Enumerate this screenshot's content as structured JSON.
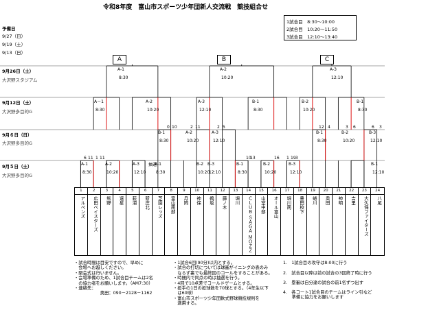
{
  "title": "令和8年度　富山市スポーツ少年団新人交流戦　競技組合せ",
  "schedule": [
    {
      "label": "1試合目",
      "time": "8:30～10:00"
    },
    {
      "label": "2試合目",
      "time": "10:20～11:50"
    },
    {
      "label": "3試合目",
      "time": "12:10～13:40"
    }
  ],
  "reserve": {
    "label": "予備日",
    "dates": [
      "9/27（日）",
      "9/19（土）",
      "9/13（日）"
    ]
  },
  "days": [
    {
      "date": "9月26日（土）",
      "venue": "大沢野スタジアム"
    },
    {
      "date": "9月12日（土）",
      "venue": "大沢野多目的G"
    },
    {
      "date": "9月６日（日）",
      "venue": "大沢野多目的G"
    },
    {
      "date": "9月５日（土）",
      "venue": "大沢野多目的G"
    }
  ],
  "sections": [
    "A",
    "B",
    "C"
  ],
  "matches": [
    {
      "code": "A-1",
      "time": "8:30"
    },
    {
      "code": "A-2",
      "time": "10:20"
    },
    {
      "code": "A-3",
      "time": "12:10"
    },
    {
      "code": "A－1",
      "time": "8:30"
    },
    {
      "code": "A-2",
      "time": "10:20"
    },
    {
      "code": "B-1",
      "time": "8:30"
    },
    {
      "code": "B-2",
      "time": "10:20"
    },
    {
      "code": "A-1",
      "time": "8:30"
    },
    {
      "code": "A-2",
      "time": "10:20"
    },
    {
      "code": "A-3",
      "time": "12:10"
    },
    {
      "code": "B-1",
      "time": "8:30"
    },
    {
      "code": "A-2",
      "time": "10:20"
    },
    {
      "code": "A-3",
      "time": "12:10"
    },
    {
      "code": "A-3",
      "time": "12:10"
    },
    {
      "code": "B-1",
      "time": "8:30"
    },
    {
      "code": "B-2",
      "time": "10:20"
    },
    {
      "code": "B-3",
      "time": "12:10"
    },
    {
      "code": "A-1",
      "time": "8:30"
    },
    {
      "code": "B-1",
      "time": "8:30"
    },
    {
      "code": "B-2",
      "time": "10:20"
    },
    {
      "code": "B-3",
      "time": "12:10"
    },
    {
      "code": "B-1",
      "time": "8:30"
    },
    {
      "code": "B-2",
      "time": "10:20"
    },
    {
      "code": "B-3",
      "time": "12:10"
    },
    {
      "code": "B-1",
      "time": "12:10"
    }
  ],
  "scores": [
    "6",
    "11",
    "1",
    "11",
    "0",
    "10",
    "2",
    "11",
    "2",
    "5",
    "10",
    "13",
    "1",
    "16",
    "19",
    "3",
    "12",
    "4",
    "3",
    "6",
    "6",
    "3",
    "抽選"
  ],
  "teams": [
    {
      "num": "1",
      "name": "アルペンズ"
    },
    {
      "num": "2",
      "name": "広田ベイスターズ"
    },
    {
      "num": "3",
      "name": "熊野"
    },
    {
      "num": "4",
      "name": "速星"
    },
    {
      "num": "5",
      "name": "萩浦"
    },
    {
      "num": "6",
      "name": "新庄北"
    },
    {
      "num": "7",
      "name": "芝園レッズ"
    },
    {
      "num": "8",
      "name": "富山南部"
    },
    {
      "num": "9",
      "name": "月岡"
    },
    {
      "num": "10",
      "name": "神保"
    },
    {
      "num": "11",
      "name": "鵜坂"
    },
    {
      "num": "12",
      "name": "藤ノ木"
    },
    {
      "num": "13",
      "name": "堀川"
    },
    {
      "num": "14",
      "name": "ＣＬＵＢ ＳＡＧＡ ＭＯＺＺ"
    },
    {
      "num": "15",
      "name": "山室中部"
    },
    {
      "num": "16",
      "name": "オール富山"
    },
    {
      "num": "17",
      "name": "堀川南"
    },
    {
      "num": "18",
      "name": "豊田校下"
    },
    {
      "num": "19",
      "name": "蜷川"
    },
    {
      "num": "20",
      "name": "奥田"
    },
    {
      "num": "21",
      "name": "神明"
    },
    {
      "num": "22",
      "name": "吉里"
    },
    {
      "num": "23",
      "name": "大久保ファイターズ"
    },
    {
      "num": "24",
      "name": "八尾"
    }
  ],
  "notes_left": "・試合時間は目安ですので、早めに\n　会場へお越しください。\n・閉会式は行いません。\n・会場準備のため、1試合目チームは2名\n　の協力者をお願いします。（AM7:30）\n・連絡先：　　　　　　　　　　　　　\n　　　　　　奥田：090－2128－1162",
  "notes_mid": "・1試合6回(90分)以内とする。\n・試合の打切については球審がイニングの表のみ\n　ならず裏でも最終回のコールをすることがある。\n・時間内で同点の時は抽選を行う。\n・4回で10点差でコールドゲームとする。\n・投手の1日の投球数を70球とする。（4年生以下\n　は60球）\n・富山市スポーツ少年団軟式野球競技規則を\n　適用する。",
  "notes_right": [
    "1.　1試合目の攻守は8:00に行う",
    "2.　試合目以降は前の試合の3回終了時に行う",
    "3.　塁審は自分達の試合の前1名ずつ出す",
    "4.　各コート1試合目のチームはライン引など\n　　準備に協力をお願いします"
  ]
}
